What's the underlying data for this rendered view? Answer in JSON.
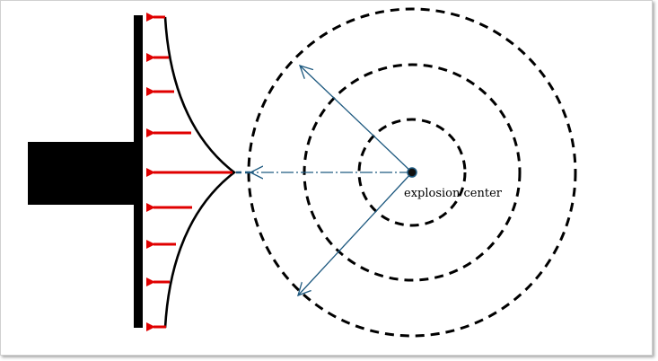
{
  "labels": {
    "explosion_center": "explosion center"
  },
  "colors": {
    "background": "#ffffff",
    "structure": "#000000",
    "pressure_arrows": "#e00000",
    "wave_rays": "#1f5a80",
    "wavefronts": "#000000",
    "pressure_curve": "#000000"
  },
  "icons": {
    "pressure_arrow": "arrow-left-icon",
    "ray_arrow": "arrow-head-icon"
  },
  "wavefront_count": 3,
  "pressure_arrow_count": 9,
  "ray_count": 3
}
